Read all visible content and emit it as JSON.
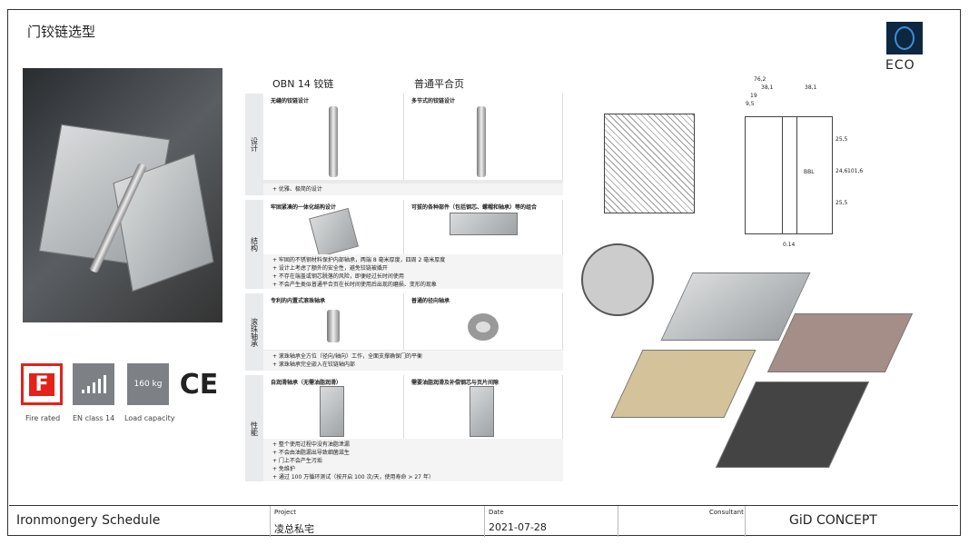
{
  "page_title": "门铰链选型",
  "logo": "ECO",
  "certs": [
    {
      "label": "Fire rated",
      "glyph": "F"
    },
    {
      "label": "EN class 14"
    },
    {
      "label": "Load capacity",
      "glyph": "160 kg"
    },
    {
      "glyph": "CE"
    }
  ],
  "table": {
    "col_a": "OBN 14 铰链",
    "col_b": "普通平合页",
    "sections": [
      {
        "label": "设计",
        "a": "无缝的铰链设计",
        "b": "多节式的铰链设计",
        "bullets": [
          "+ 优雅、极简的设计"
        ]
      },
      {
        "label": "结构",
        "a": "牢固紧凑的一体化结构设计",
        "b": "可拔的各种部件（包括钢芯、螺帽和轴承）等的组合",
        "bullets": [
          "+ 牢固的不锈钢材料保护内部轴承，两端 8 毫米厚度，四周 2 毫米厚度",
          "+ 设计上考虑了额外的安全性，避免铰链被撬开",
          "+ 不存在端盖或钢芯脱落的风险，即便经过长时间使用",
          "+ 不会产生类似普通平合页在长时间使用后出现的磨损、变形的现象"
        ]
      },
      {
        "label": "滚珠轴承",
        "a": "专利的内置式滚珠轴承",
        "b": "普通的径向轴承",
        "bullets": [
          "+ 滚珠轴承全方位（径向/轴向）工作，全面支撑确保门的平衡",
          "+ 滚珠轴承完全嵌入在铰链轴内部"
        ]
      },
      {
        "label": "性能",
        "a": "自润滑轴承（无需油脂润滑）",
        "b": "需要油脂润滑及补偿钢芯与页片间隙",
        "bullets": [
          "+ 整个使用过程中没有油脂泄漏",
          "+ 不会由油脂漏出导致细菌滋生",
          "+ 门上不会产生污垢",
          "+ 免维护",
          "+ 通过 100 万循环测试（按开启 100 次/天，使用寿命 > 27 年）"
        ]
      }
    ]
  },
  "drawing": {
    "dims": [
      "76,2",
      "38,1",
      "38,1",
      "19",
      "9,5",
      "25,5",
      "24,6",
      "25,5",
      "101,6",
      "BBL",
      "0.14"
    ]
  },
  "footer": {
    "schedule": "Ironmongery Schedule",
    "project_label": "Project",
    "project": "凌总私宅",
    "date_label": "Date",
    "date": "2021-07-28",
    "consultant_label": "Consultant",
    "consultant": "GiD CONCEPT"
  }
}
